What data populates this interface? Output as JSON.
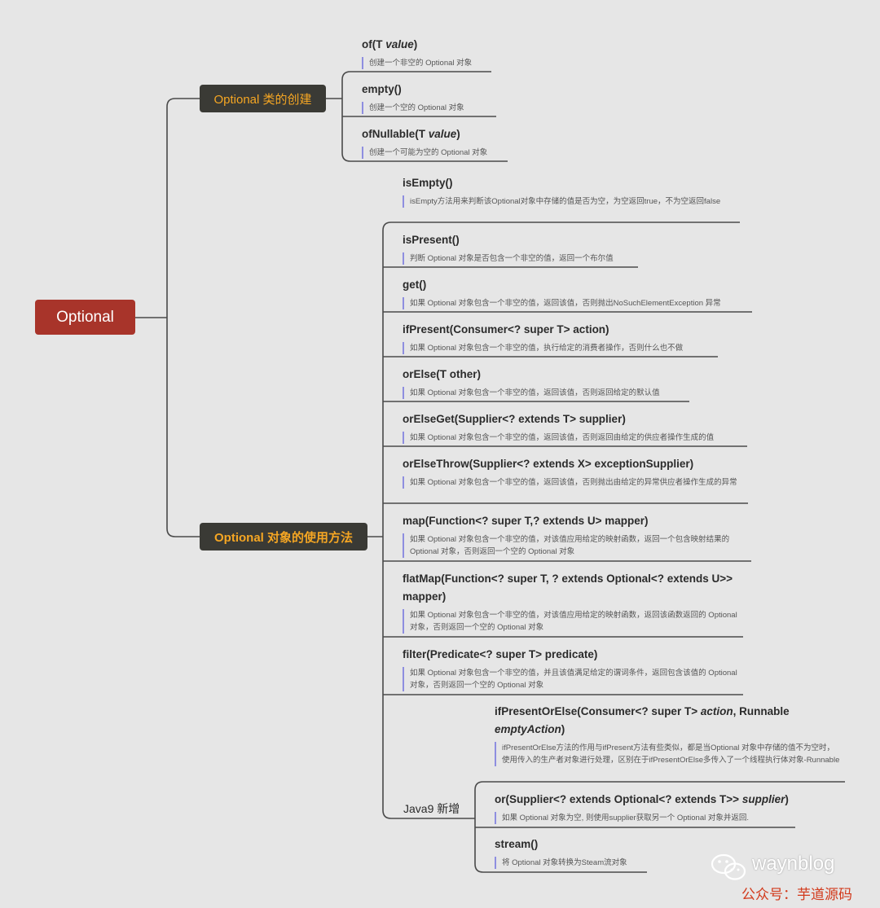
{
  "root": {
    "label": "Optional"
  },
  "creation": {
    "label": "Optional 类的创建",
    "items": [
      {
        "title_pre": "of(T ",
        "title_it": "value",
        "title_post": ")",
        "desc": "创建一个非空的 Optional 对象"
      },
      {
        "title_pre": "empty()",
        "title_it": "",
        "title_post": "",
        "desc": "创建一个空的 Optional 对象"
      },
      {
        "title_pre": "ofNullable(T ",
        "title_it": "value",
        "title_post": ")",
        "desc": "创建一个可能为空的 Optional 对象"
      }
    ]
  },
  "usage": {
    "label": "Optional 对象的使用方法",
    "items": [
      {
        "title": "isEmpty()",
        "desc": "isEmpty方法用来判断该Optional对象中存储的值是否为空，为空返回true，不为空返回false"
      },
      {
        "title": "isPresent()",
        "desc": "判断 Optional 对象是否包含一个非空的值，返回一个布尔值"
      },
      {
        "title": "get()",
        "desc": "如果 Optional 对象包含一个非空的值，返回该值，否则抛出NoSuchElementException 异常"
      },
      {
        "title": "ifPresent(Consumer<? super T> action)",
        "desc": "如果 Optional 对象包含一个非空的值，执行给定的消费者操作，否则什么也不做"
      },
      {
        "title": "orElse(T other)",
        "desc": "如果 Optional 对象包含一个非空的值，返回该值，否则返回给定的默认值"
      },
      {
        "title": "orElseGet(Supplier<? extends T> supplier)",
        "desc": "如果 Optional 对象包含一个非空的值，返回该值，否则返回由给定的供应者操作生成的值"
      },
      {
        "title": "orElseThrow(Supplier<? extends X> exceptionSupplier)",
        "desc": "如果 Optional 对象包含一个非空的值，返回该值，否则抛出由给定的异常供应者操作生成的异常"
      },
      {
        "title": "map(Function<? super T,? extends U> mapper)",
        "desc": "如果 Optional 对象包含一个非空的值，对该值应用给定的映射函数，返回一个包含映射结果的 Optional 对象，否则返回一个空的 Optional 对象"
      },
      {
        "title": "flatMap(Function<? super T, ? extends Optional<? extends U>> mapper)",
        "desc": "如果 Optional 对象包含一个非空的值，对该值应用给定的映射函数，返回该函数返回的 Optional 对象，否则返回一个空的 Optional 对象"
      },
      {
        "title": "filter(Predicate<? super T> predicate)",
        "desc": "如果 Optional 对象包含一个非空的值，并且该值满足给定的谓词条件，返回包含该值的 Optional 对象，否则返回一个空的 Optional 对象"
      }
    ],
    "java9": {
      "label": "Java9 新增",
      "items": [
        {
          "title_a": "ifPresentOrElse(Consumer<? super T> ",
          "title_b": "action",
          "title_c": ", Runnable ",
          "title_d": "emptyAction",
          "title_e": ")",
          "desc": "ifPresentOrElse方法的作用与ifPresent方法有些类似，都是当Optional 对象中存储的值不为空时，使用传入的生产者对象进行处理，区别在于ifPresentOrElse多传入了一个线程执行体对象-Runnable"
        },
        {
          "title_a": "or(Supplier<? extends Optional<? extends T>> ",
          "title_b": "supplier",
          "title_c": ")",
          "desc": "如果 Optional 对象为空, 则使用supplier获取另一个 Optional 对象并返回."
        },
        {
          "title_a": "stream()",
          "desc": "将 Optional 对象转换为Steam流对象"
        }
      ]
    }
  },
  "watermark": {
    "text": "waynblog",
    "account": "公众号：芋道源码",
    "icon": "wechat-icon"
  }
}
